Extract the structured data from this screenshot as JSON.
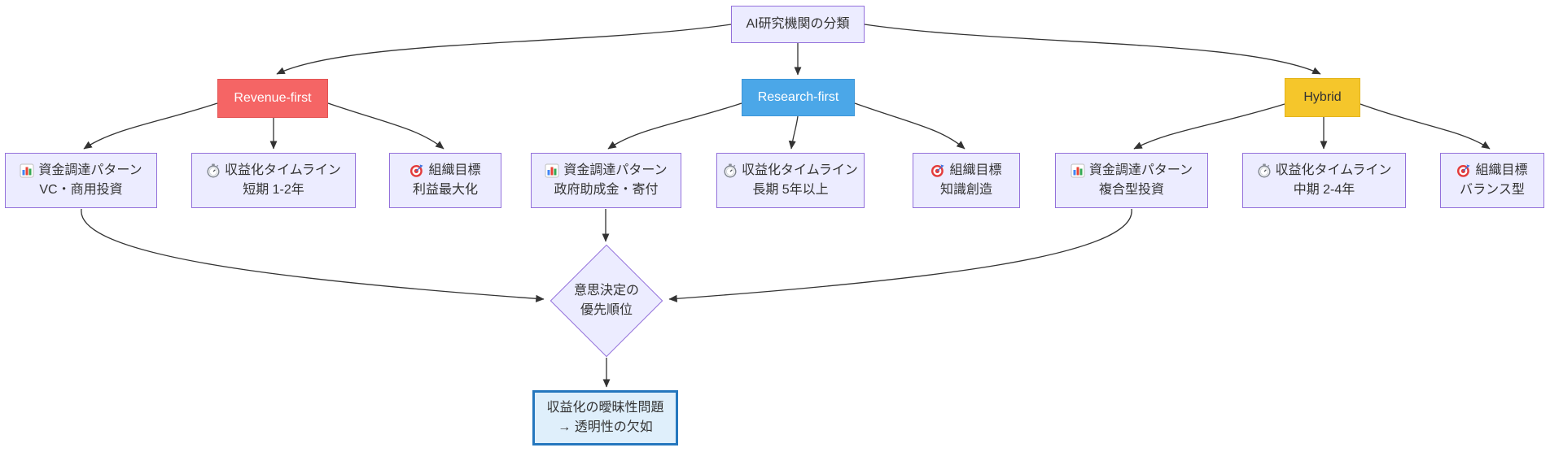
{
  "colors": {
    "node_fill": "#ECECFF",
    "node_border": "#9370DB",
    "edge": "#333333",
    "revenue_fill": "#F56565",
    "revenue_border": "#E25353",
    "research_fill": "#4BA7E8",
    "research_border": "#3C95D8",
    "hybrid_fill": "#F5C62B",
    "hybrid_border": "#E3B41C",
    "outcome_fill": "#DFEFFB",
    "outcome_border": "#2577BE"
  },
  "root": {
    "label": "AI研究機関の分類"
  },
  "categories": [
    {
      "label": "Revenue-first"
    },
    {
      "label": "Research-first"
    },
    {
      "label": "Hybrid"
    }
  ],
  "attributes": [
    {
      "icon": "bar-chart-icon",
      "title": "資金調達パターン",
      "value": "VC・商用投資"
    },
    {
      "icon": "stopwatch-icon",
      "title": "収益化タイムライン",
      "value": "短期 1-2年"
    },
    {
      "icon": "target-icon",
      "title": "組織目標",
      "value": "利益最大化"
    },
    {
      "icon": "bar-chart-icon",
      "title": "資金調達パターン",
      "value": "政府助成金・寄付"
    },
    {
      "icon": "stopwatch-icon",
      "title": "収益化タイムライン",
      "value": "長期 5年以上"
    },
    {
      "icon": "target-icon",
      "title": "組織目標",
      "value": "知識創造"
    },
    {
      "icon": "bar-chart-icon",
      "title": "資金調達パターン",
      "value": "複合型投資"
    },
    {
      "icon": "stopwatch-icon",
      "title": "収益化タイムライン",
      "value": "中期 2-4年"
    },
    {
      "icon": "target-icon",
      "title": "組織目標",
      "value": "バランス型"
    }
  ],
  "decision": {
    "line1": "意思決定の",
    "line2": "優先順位"
  },
  "outcome": {
    "line1": "収益化の曖昧性問題",
    "line2": "→ 透明性の欠如"
  }
}
